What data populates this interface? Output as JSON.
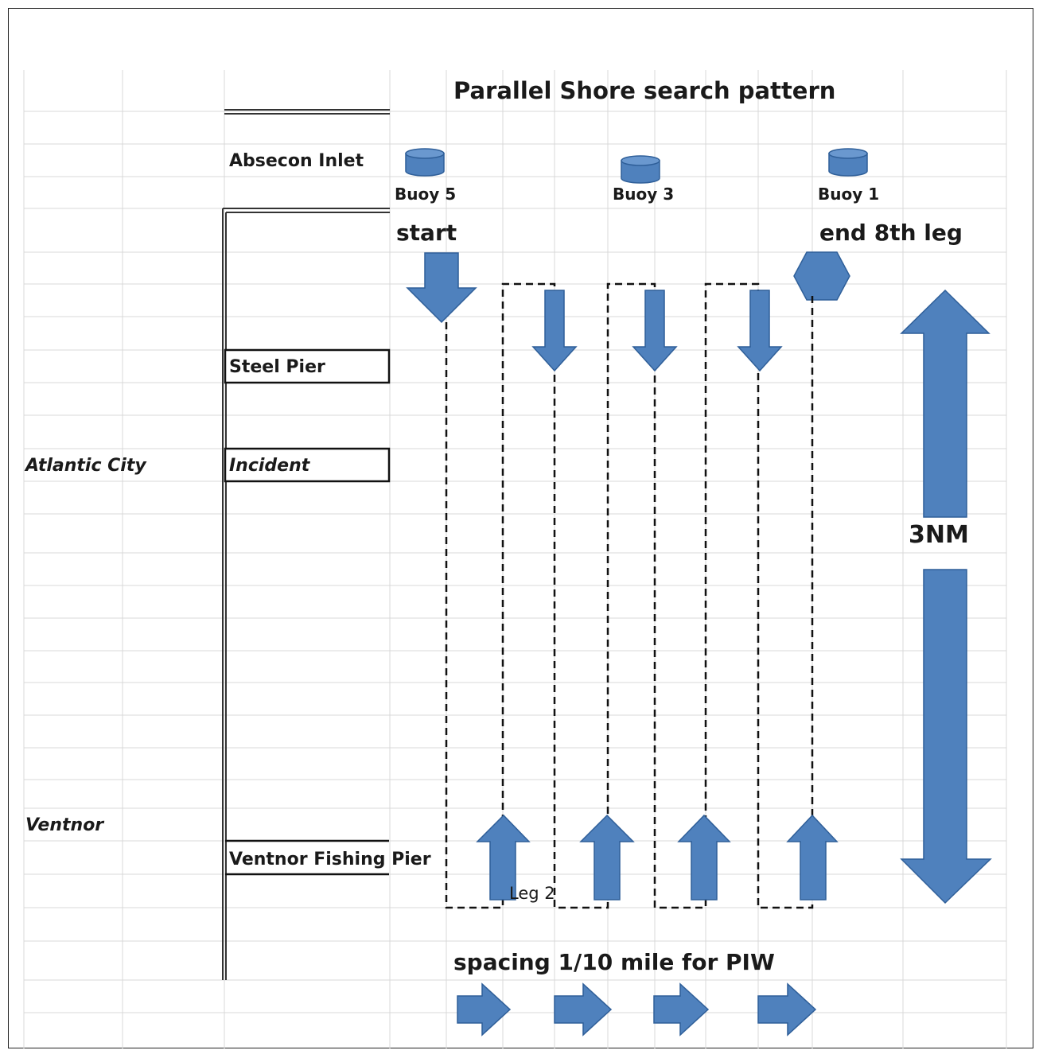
{
  "title": "Parallel Shore search pattern",
  "places": {
    "absecon_inlet": "Absecon Inlet",
    "steel_pier": "Steel Pier",
    "incident": "Incident",
    "atlantic_city": "Atlantic City",
    "ventnor": "Ventnor",
    "ventnor_fishing_pier": "Ventnor Fishing Pier"
  },
  "buoys": [
    "Buoy 5",
    "Buoy 3",
    "Buoy 1"
  ],
  "markers": {
    "start": "start",
    "end": "end 8th leg",
    "leg2": "Leg 2"
  },
  "distance_label": "3NM",
  "spacing_label": "spacing 1/10 mile for PIW",
  "colors": {
    "arrow_fill": "#4f81bd",
    "arrow_stroke": "#2f5f99",
    "grid_line": "#d9d9d9",
    "path_line": "#111111"
  }
}
